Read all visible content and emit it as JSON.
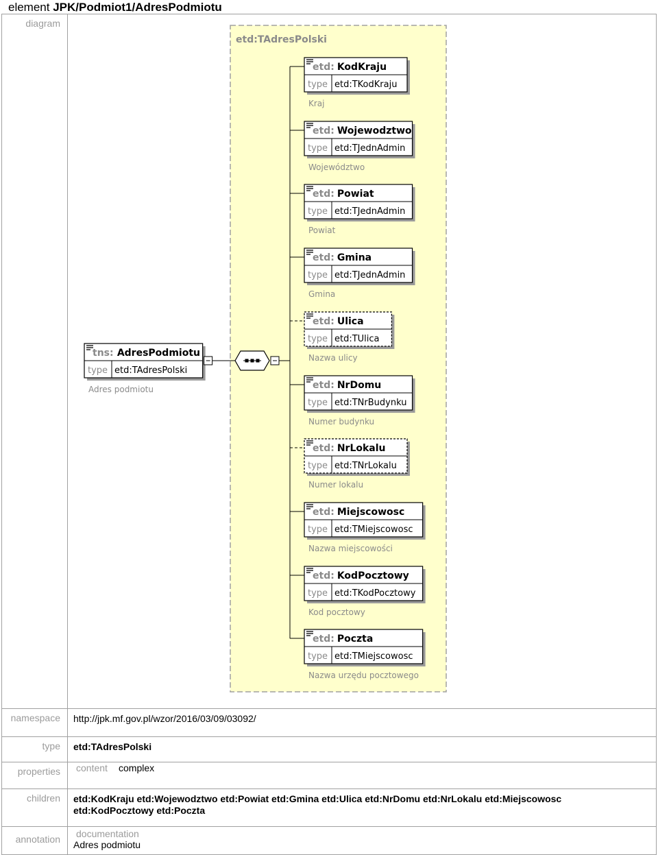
{
  "heading": {
    "prefix": "element",
    "path": "JPK/Podmiot1/AdresPodmiotu"
  },
  "labels": {
    "diagram": "diagram",
    "namespace": "namespace",
    "type": "type",
    "properties": "properties",
    "children": "children",
    "annotation": "annotation"
  },
  "namespace": "http://jpk.mf.gov.pl/wzor/2016/03/09/03092/",
  "type_value": "etd:TAdresPolski",
  "properties": {
    "label": "content",
    "value": "complex"
  },
  "children": [
    "etd:KodKraju",
    "etd:Wojewodztwo",
    "etd:Powiat",
    "etd:Gmina",
    "etd:Ulica",
    "etd:NrDomu",
    "etd:NrLokalu",
    "etd:Miejscowosc",
    "etd:KodPocztowy",
    "etd:Poczta"
  ],
  "children_line1": "etd:KodKraju etd:Wojewodztwo etd:Powiat etd:Gmina etd:Ulica etd:NrDomu etd:NrLokalu etd:Miejscowosc",
  "children_line2": "etd:KodPocztowy etd:Poczta",
  "annotation": {
    "label": "documentation",
    "text": "Adres podmiotu"
  },
  "diagram": {
    "group_title": "etd:TAdresPolski",
    "type_keyword": "type",
    "root": {
      "prefix": "tns:",
      "name": "AdresPodmiotu",
      "type": "etd:TAdresPolski",
      "doc": "Adres podmiotu"
    },
    "elements": [
      {
        "prefix": "etd:",
        "name": "KodKraju",
        "type": "etd:TKodKraju",
        "doc": "Kraj",
        "optional": false
      },
      {
        "prefix": "etd:",
        "name": "Wojewodztwo",
        "type": "etd:TJednAdmin",
        "doc": "Województwo",
        "optional": false
      },
      {
        "prefix": "etd:",
        "name": "Powiat",
        "type": "etd:TJednAdmin",
        "doc": "Powiat",
        "optional": false
      },
      {
        "prefix": "etd:",
        "name": "Gmina",
        "type": "etd:TJednAdmin",
        "doc": "Gmina",
        "optional": false
      },
      {
        "prefix": "etd:",
        "name": "Ulica",
        "type": "etd:TUlica",
        "doc": "Nazwa ulicy",
        "optional": true
      },
      {
        "prefix": "etd:",
        "name": "NrDomu",
        "type": "etd:TNrBudynku",
        "doc": "Numer budynku",
        "optional": false
      },
      {
        "prefix": "etd:",
        "name": "NrLokalu",
        "type": "etd:TNrLokalu",
        "doc": "Numer lokalu",
        "optional": true
      },
      {
        "prefix": "etd:",
        "name": "Miejscowosc",
        "type": "etd:TMiejscowosc",
        "doc": "Nazwa miejscowości",
        "optional": false
      },
      {
        "prefix": "etd:",
        "name": "KodPocztowy",
        "type": "etd:TKodPocztowy",
        "doc": "Kod pocztowy",
        "optional": false
      },
      {
        "prefix": "etd:",
        "name": "Poczta",
        "type": "etd:TMiejscowosc",
        "doc": "Nazwa urzędu pocztowego",
        "optional": false
      }
    ]
  }
}
